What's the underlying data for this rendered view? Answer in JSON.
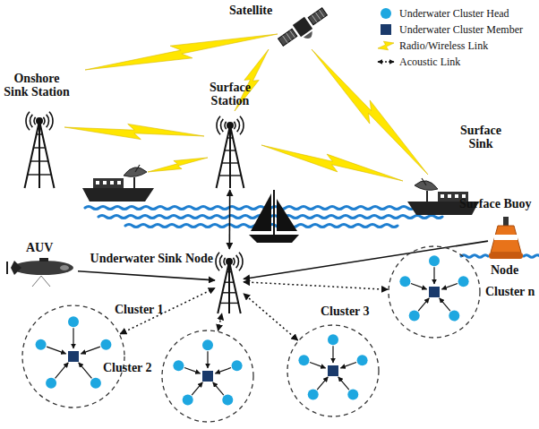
{
  "diagram": {
    "nodes": [
      {
        "text": [
          "Satellite"
        ]
      },
      {
        "text": [
          "Onshore Sink Station"
        ]
      },
      {
        "text": [
          "Surface Station"
        ]
      },
      {
        "text": [
          "Surface Sink"
        ]
      },
      {
        "text": [
          "Surface Buoy",
          "Node"
        ]
      },
      {
        "text": [
          "AUV"
        ]
      },
      {
        "text": [
          "Underwater Sink Node"
        ]
      },
      {
        "text": [
          "Cluster 1"
        ]
      },
      {
        "text": [
          "Cluster 2"
        ]
      },
      {
        "text": [
          "Cluster 3"
        ]
      },
      {
        "text": [
          "Cluster n"
        ]
      }
    ],
    "edges": [
      {
        "from": 2,
        "to": 6,
        "arrow": "both"
      },
      {
        "from": 5,
        "to": 6,
        "arrow": "to"
      },
      {
        "from": 4,
        "to": 6,
        "arrow": "to"
      },
      {
        "from": 7,
        "to": 6,
        "arrow": "both"
      },
      {
        "from": 8,
        "to": 6,
        "arrow": "both"
      },
      {
        "from": 9,
        "to": 6,
        "arrow": "both"
      },
      {
        "from": 10,
        "to": 6,
        "arrow": "both"
      }
    ],
    "legend": [
      {
        "text": "Underwater Cluster Head",
        "color": "#1ea7e0"
      },
      {
        "text": "Underwater Cluster Member",
        "color": "#1a3a6b"
      },
      {
        "text": "Radio/Wireless Link"
      },
      {
        "text": "Acoustic Link"
      }
    ]
  }
}
